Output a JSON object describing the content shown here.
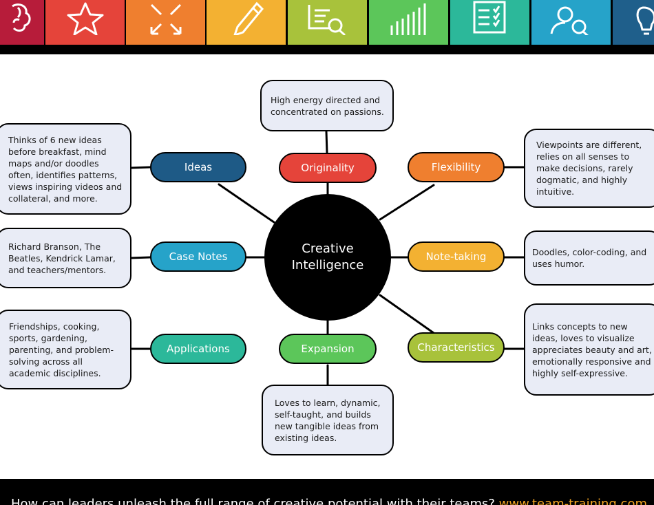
{
  "icon_tiles": [
    {
      "icon": "brain-icon",
      "color": "#b71c3a"
    },
    {
      "icon": "star-icon",
      "color": "#e5443a"
    },
    {
      "icon": "expand-arrows-icon",
      "color": "#ef7f2f"
    },
    {
      "icon": "pencil-icon",
      "color": "#f3b132"
    },
    {
      "icon": "document-search-icon",
      "color": "#a8c23b"
    },
    {
      "icon": "growth-chart-icon",
      "color": "#5cc65a"
    },
    {
      "icon": "checklist-icon",
      "color": "#2cb89a"
    },
    {
      "icon": "user-search-icon",
      "color": "#26a3c9"
    },
    {
      "icon": "lightbulb-icon",
      "color": "#1f5f8b"
    }
  ],
  "hub": {
    "label": "Creative\nIntelligence"
  },
  "nodes": {
    "ideas": {
      "label": "Ideas",
      "color": "#1e5a86",
      "note": "Thinks of 6 new ideas before breakfast, mind maps and/or doodles often, identifies patterns, views inspiring videos and collateral, and more."
    },
    "case_notes": {
      "label": "Case Notes",
      "color": "#26a3c9",
      "note": "Richard Branson, The Beatles, Kendrick Lamar, and teachers/mentors."
    },
    "applications": {
      "label": "Applications",
      "color": "#2cb89a",
      "note": "Friendships, cooking, sports, gardening, parenting, and problem-solving across all academic disciplines."
    },
    "originality": {
      "label": "Originality",
      "color": "#e5443a",
      "note": "High energy directed and concentrated on passions."
    },
    "expansion": {
      "label": "Expansion",
      "color": "#5cc65a",
      "note": "Loves to learn, dynamic, self-taught, and builds new tangible ideas from existing ideas."
    },
    "flexibility": {
      "label": "Flexibility",
      "color": "#ef7f2f",
      "note": "Viewpoints are different, relies on all senses to make decisions, rarely dogmatic, and highly intuitive."
    },
    "note_taking": {
      "label": "Note-taking",
      "color": "#f3b132",
      "note": "Doodles, color-coding, and uses humor."
    },
    "characteristics": {
      "label": "Characteristics",
      "color": "#a8c23b",
      "note": "Links concepts to new ideas, loves to visualize appreciates beauty and art, emotionally responsive and highly self-expressive."
    }
  },
  "footer": {
    "text": "How can leaders unleash the full range of creative potential with their teams? ",
    "link": "www.team-training.com"
  }
}
